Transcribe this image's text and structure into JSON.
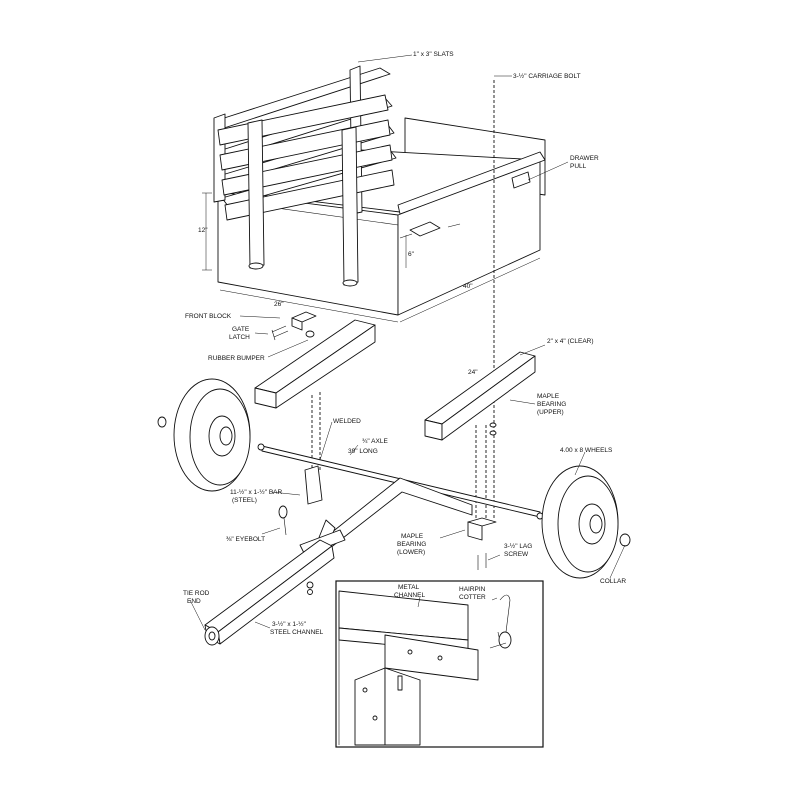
{
  "labels": {
    "slats": "1\" x 3\" SLATS",
    "carriage_bolt": "3-½\" CARRIAGE BOLT",
    "drawer_pull_1": "DRAWER",
    "drawer_pull_2": "PULL",
    "dim_12": "12\"",
    "dim_6": "6\"",
    "dim_40": "40\"",
    "dim_26": "26\"",
    "dim_24": "24\"",
    "front_block": "FRONT BLOCK",
    "gate_latch_1": "GATE",
    "gate_latch_2": "LATCH",
    "rubber_bumper": "RUBBER BUMPER",
    "two_by_four": "2\" x 4\" (CLEAR)",
    "maple_upper_1": "MAPLE",
    "maple_upper_2": "BEARING",
    "maple_upper_3": "(UPPER)",
    "welded": "WELDED",
    "axle_1": "¾\" AXLE",
    "axle_2": "39\" LONG",
    "wheels": "4.00 x 8 WHEELS",
    "bar_1": "11-½\" x 1-½\" BAR",
    "bar_2": "(STEEL)",
    "eyebolt": "⅜\" EYEBOLT",
    "maple_lower_1": "MAPLE",
    "maple_lower_2": "BEARING",
    "maple_lower_3": "(LOWER)",
    "lag_1": "3-½\" LAG",
    "lag_2": "SCREW",
    "collar": "COLLAR",
    "tie_rod_1": "TIE ROD",
    "tie_rod_2": "END",
    "channel_1": "3-½\" x 1-½\"",
    "channel_2": "STEEL CHANNEL",
    "metal_channel_1": "METAL",
    "metal_channel_2": "CHANNEL",
    "hairpin_1": "HAIRPIN",
    "hairpin_2": "COTTER"
  }
}
